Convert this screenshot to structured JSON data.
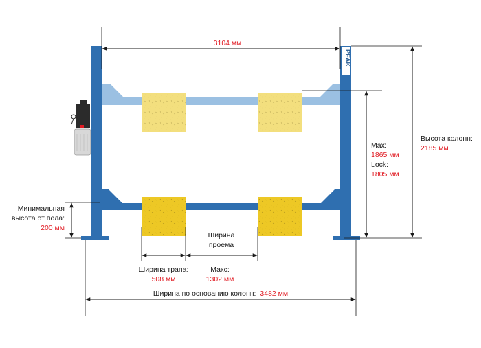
{
  "brand": "PEAK",
  "colors": {
    "column": "#2f6fb0",
    "column_dark": "#245a92",
    "runway_raised": "#9bc0e2",
    "pad_raised": "#f3df7e",
    "pad_lowered": "#edc825",
    "unit_dark": "#2b2b2b",
    "motor": "#d8d8d8",
    "value_red": "#e01a22",
    "brand_red": "#e01a22"
  },
  "labels": {
    "top_width": "3104 мм",
    "max_label": "Max:",
    "max_value": "1865 мм",
    "lock_label": "Lock:",
    "lock_value": "1805 мм",
    "col_height_label": "Высота колонн:",
    "col_height_value": "2185 мм",
    "min_height_line1": "Минимальная",
    "min_height_line2": "высота от пола:",
    "min_height_value": "200 мм",
    "opening_line1": "Ширина",
    "opening_line2": "проема",
    "runway_width_label": "Ширина трапа:",
    "runway_width_value": "508 мм",
    "opening_max_label": "Макс:",
    "opening_max_value": "1302 мм",
    "base_width_label": "Ширина по основанию колонн:",
    "base_width_value": "3482 мм"
  }
}
